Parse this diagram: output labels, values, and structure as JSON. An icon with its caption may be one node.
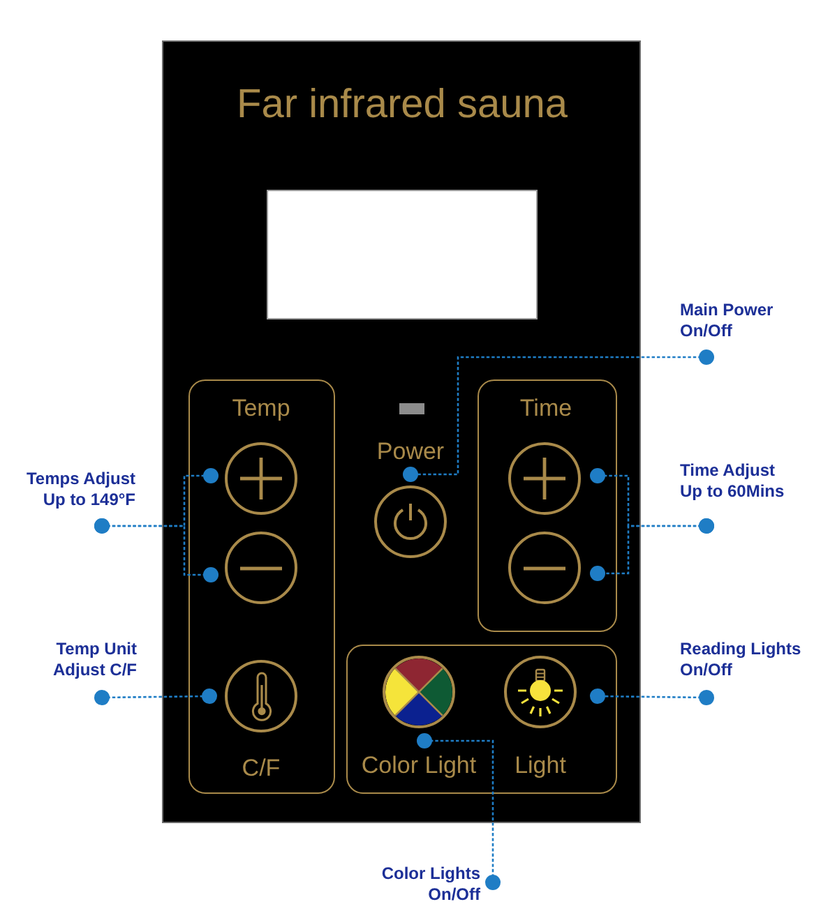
{
  "diagram": {
    "nodes": [
      {
        "text": [
          "Far infrared sauna"
        ]
      },
      {
        "text": [],
        "shape": "box",
        "in": 0
      },
      {
        "text": [
          "Temp"
        ],
        "in": 0
      },
      {
        "text": [],
        "shape": "circle",
        "in": 2
      },
      {
        "text": [],
        "shape": "circle",
        "in": 2
      },
      {
        "text": [],
        "shape": "circle",
        "in": 2,
        "beside": [
          "C/F"
        ]
      },
      {
        "text": [],
        "shape": "circle",
        "in": 0,
        "beside": [
          "Power"
        ]
      },
      {
        "text": [
          "Time"
        ],
        "in": 0
      },
      {
        "text": [],
        "shape": "circle",
        "in": 7
      },
      {
        "text": [],
        "shape": "circle",
        "in": 7
      },
      {
        "text": [],
        "shape": "box",
        "in": 0
      },
      {
        "text": [],
        "shape": "circle",
        "in": 10,
        "beside": [
          "Color Light"
        ]
      },
      {
        "text": [],
        "shape": "circle",
        "in": 10,
        "beside": [
          "Light"
        ]
      },
      {
        "text": [
          "Main Power On/Off"
        ]
      },
      {
        "text": [
          "Temps Adjust Up to 149°F"
        ]
      },
      {
        "text": [
          "Time Adjust Up to 60Mins"
        ]
      },
      {
        "text": [
          "Temp Unit Adjust C/F"
        ]
      },
      {
        "text": [
          "Reading Lights On/Off"
        ]
      },
      {
        "text": [
          "Color Lights On/Off"
        ]
      }
    ],
    "edges": [
      {
        "from": 13,
        "to": 6,
        "arrow": "other",
        "style": "dashed"
      },
      {
        "from": 14,
        "to": 3,
        "arrow": "other",
        "style": "dashed"
      },
      {
        "from": 14,
        "to": 4,
        "arrow": "other",
        "style": "dashed"
      },
      {
        "from": 15,
        "to": 8,
        "arrow": "other",
        "style": "dashed"
      },
      {
        "from": 15,
        "to": 9,
        "arrow": "other",
        "style": "dashed"
      },
      {
        "from": 16,
        "to": 5,
        "arrow": "other",
        "style": "dashed"
      },
      {
        "from": 17,
        "to": 12,
        "arrow": "other",
        "style": "dashed"
      },
      {
        "from": 18,
        "to": 11,
        "arrow": "other",
        "style": "dashed"
      }
    ]
  }
}
